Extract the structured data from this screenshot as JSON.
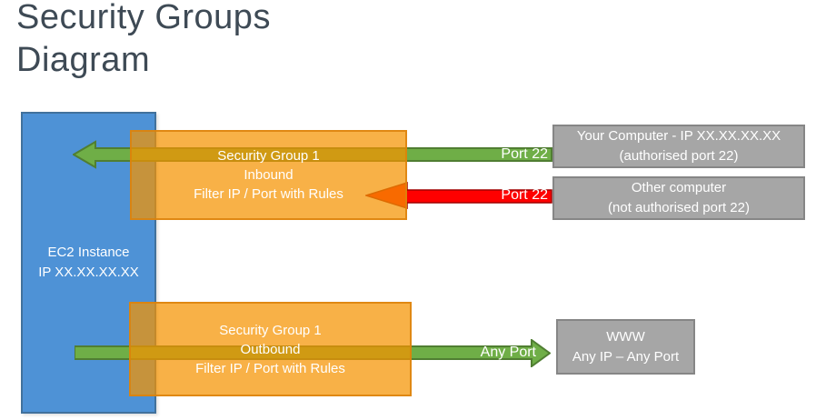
{
  "title": {
    "line1": "Security Groups",
    "line2": "Diagram"
  },
  "ec2": {
    "line1": "EC2 Instance",
    "line2": "IP XX.XX.XX.XX"
  },
  "inbound_group": {
    "line1": "Security Group 1",
    "line2": "Inbound",
    "line3": "Filter IP / Port with Rules"
  },
  "outbound_group": {
    "line1": "Security Group 1",
    "line2": "Outbound",
    "line3": "Filter IP / Port with Rules"
  },
  "endpoints": {
    "your_computer": {
      "line1": "Your Computer - IP XX.XX.XX.XX",
      "line2": "(authorised port 22)"
    },
    "other_computer": {
      "line1": "Other computer",
      "line2": "(not authorised port 22)"
    },
    "www": {
      "line1": "WWW",
      "line2": "Any IP – Any Port"
    }
  },
  "arrows": {
    "inbound_allowed_label": "Port 22",
    "inbound_blocked_label": "Port 22",
    "outbound_label": "Any Port"
  },
  "colors": {
    "title_text": "#3E4A55",
    "ec2_blue_fill": "#4E92D6",
    "ec2_blue_border": "#41719C",
    "security_group_orange": "#F59300",
    "allowed_green_fill": "#6FAE47",
    "allowed_green_border": "#507E32",
    "blocked_red_fill": "#FE0000",
    "blocked_red_border": "#A00000",
    "endpoint_gray_fill": "#A6A6A6",
    "endpoint_gray_border": "#868686",
    "box_text": "#FFFFFF"
  }
}
